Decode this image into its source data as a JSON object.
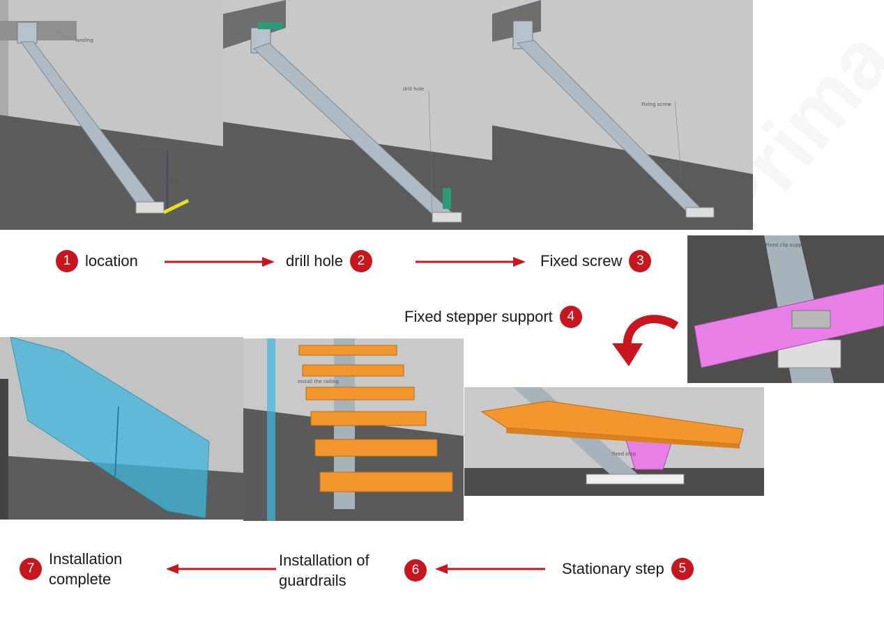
{
  "steps": [
    {
      "num": "1",
      "label": "location"
    },
    {
      "num": "2",
      "label": "drill hole"
    },
    {
      "num": "3",
      "label": "Fixed screw"
    },
    {
      "num": "4",
      "label": "Fixed stepper support"
    },
    {
      "num": "5",
      "label": "Stationary step"
    },
    {
      "num": "6",
      "label": "Installation of guardrails"
    },
    {
      "num": "7",
      "label": "Installation complete"
    }
  ],
  "annotations": {
    "landing": "landing",
    "positioning": "positioning",
    "dimension": "510mm",
    "drill_hole": "drill hole",
    "fixing_screw": "Fixing screw",
    "fixed_clip_support": "Fixed clip support",
    "install_railing": "Install the railing",
    "fixed_step": "fixed step"
  },
  "watermark": "Prima",
  "colors": {
    "accent": "#c8161e",
    "step_orange": "#f4962e",
    "support_pink": "#e87ee6",
    "glass": "#3fb8de",
    "wall": "#c9c9c9",
    "floor": "#5a5a5a"
  }
}
